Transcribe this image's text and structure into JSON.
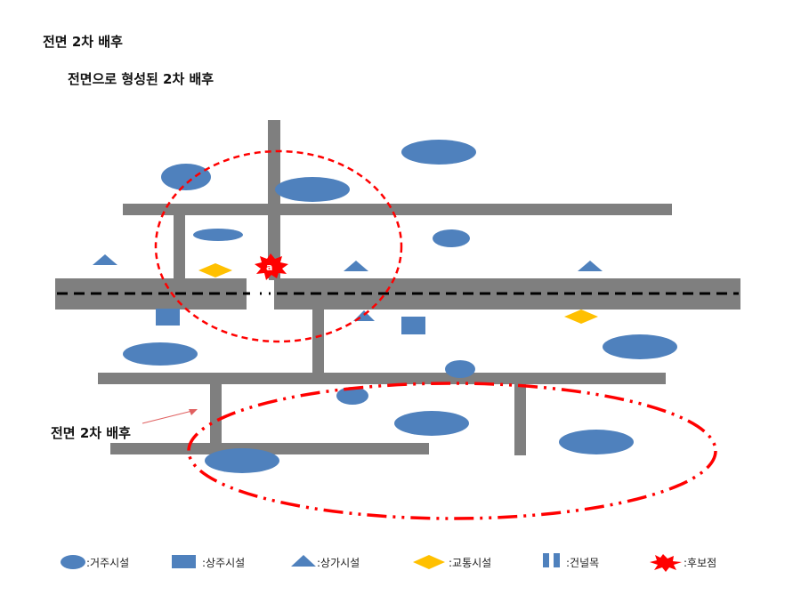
{
  "title": "전면 2차 배후",
  "subtitle": "전면으로 형성된 2차 배후",
  "annotation": "전면 2차 배후",
  "marker_label": "a",
  "colors": {
    "road": "#7f7f7f",
    "residential": "#4f81bd",
    "commercial_residential": "#4f81bd",
    "commercial": "#4f81bd",
    "transport": "#ffc000",
    "crosswalk": "#4f81bd",
    "candidate": "#ff0000",
    "circle": "#ff0000"
  },
  "legend": [
    {
      "icon": "ellipse",
      "label": ":거주시설"
    },
    {
      "icon": "square",
      "label": ":상주시설"
    },
    {
      "icon": "triangle",
      "label": ":상가시설"
    },
    {
      "icon": "diamond",
      "label": ":교통시설"
    },
    {
      "icon": "double-bar",
      "label": ":건널목"
    },
    {
      "icon": "starburst",
      "label": ":후보점"
    }
  ]
}
